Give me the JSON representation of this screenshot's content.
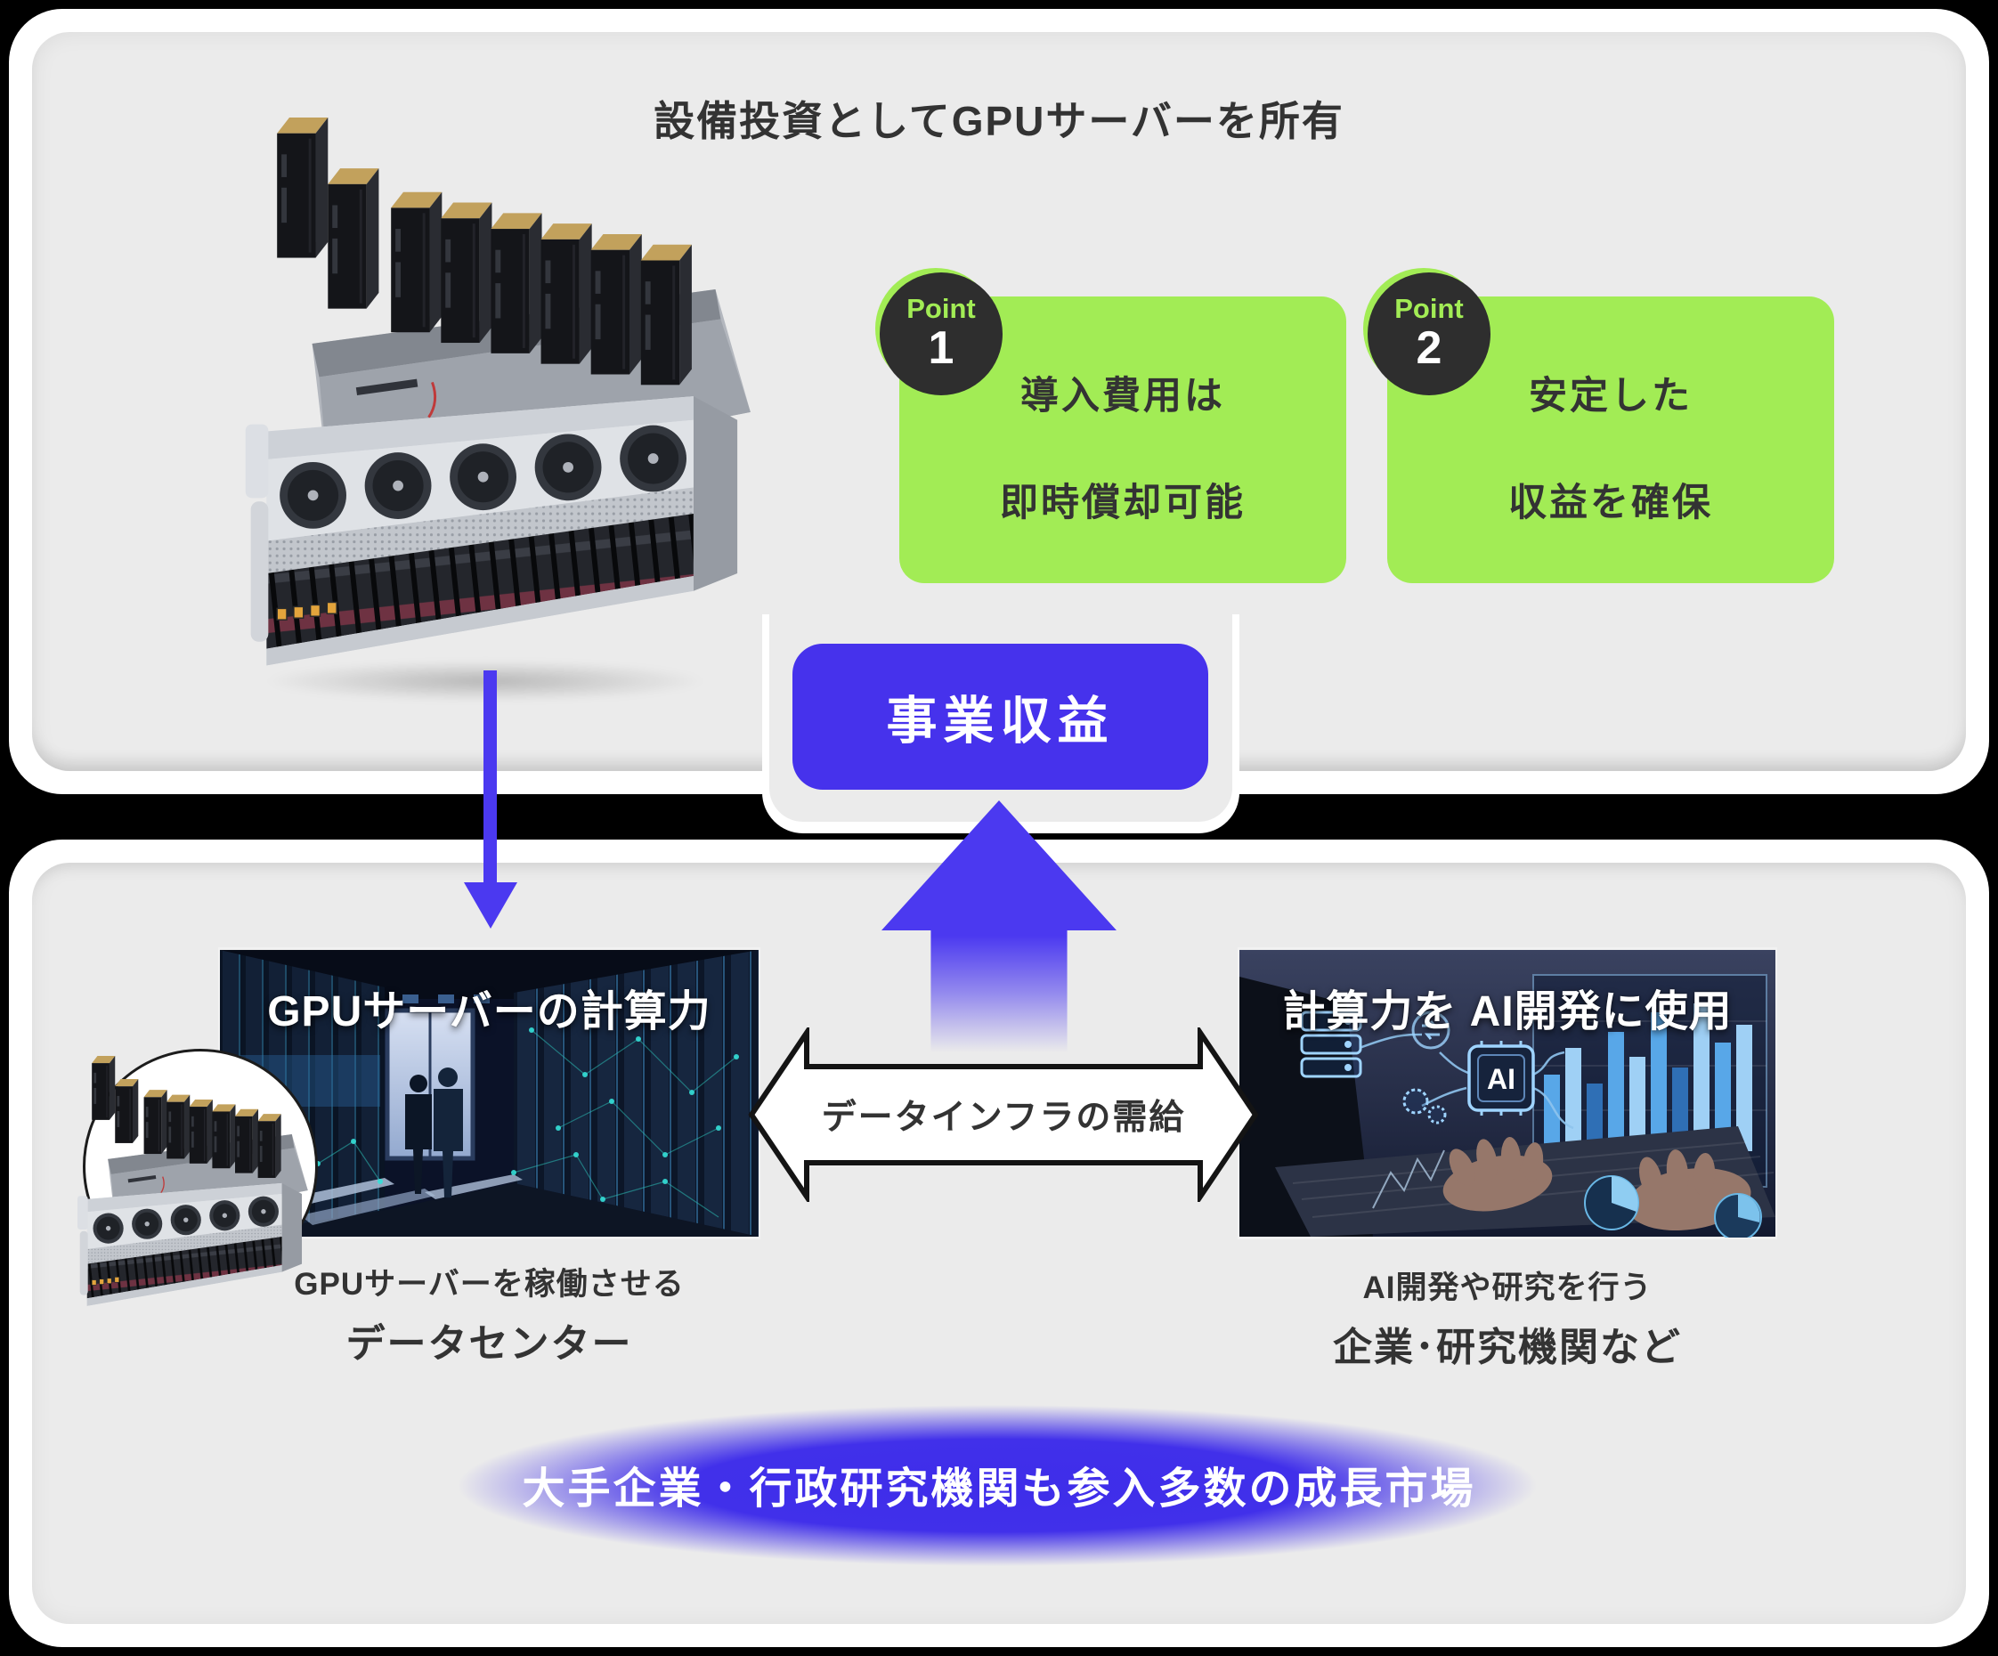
{
  "colors": {
    "accent_blue": "#4632ec",
    "accent_green": "#a2ec55",
    "badge_dark": "#2e2e2e",
    "panel_gray": "#ebebeb",
    "text_dark": "#333333"
  },
  "top_section": {
    "title": "設備投資としてGPUサーバーを所有",
    "points": [
      {
        "badge_label": "Point",
        "badge_number": "1",
        "line1": "導入費用は",
        "line2": "即時償却可能"
      },
      {
        "badge_label": "Point",
        "badge_number": "2",
        "line1": "安定した",
        "line2": "収益を確保"
      }
    ],
    "revenue_box_label": "事業収益"
  },
  "bottom_section": {
    "left_figure": {
      "overlay_title": "GPUサーバーの計算力",
      "caption_line1": "GPUサーバーを稼働させる",
      "caption_line2": "データセンター"
    },
    "right_figure": {
      "overlay_title": "計算力を AI開発に使用",
      "ai_chip_label": "AI",
      "caption_line1": "AI開発や研究を行う",
      "caption_line2": "企業･研究機関など"
    },
    "exchange_arrow_label": "データインフラの需給",
    "market_banner": "大手企業・行政研究機関も参入多数の成長市場"
  }
}
